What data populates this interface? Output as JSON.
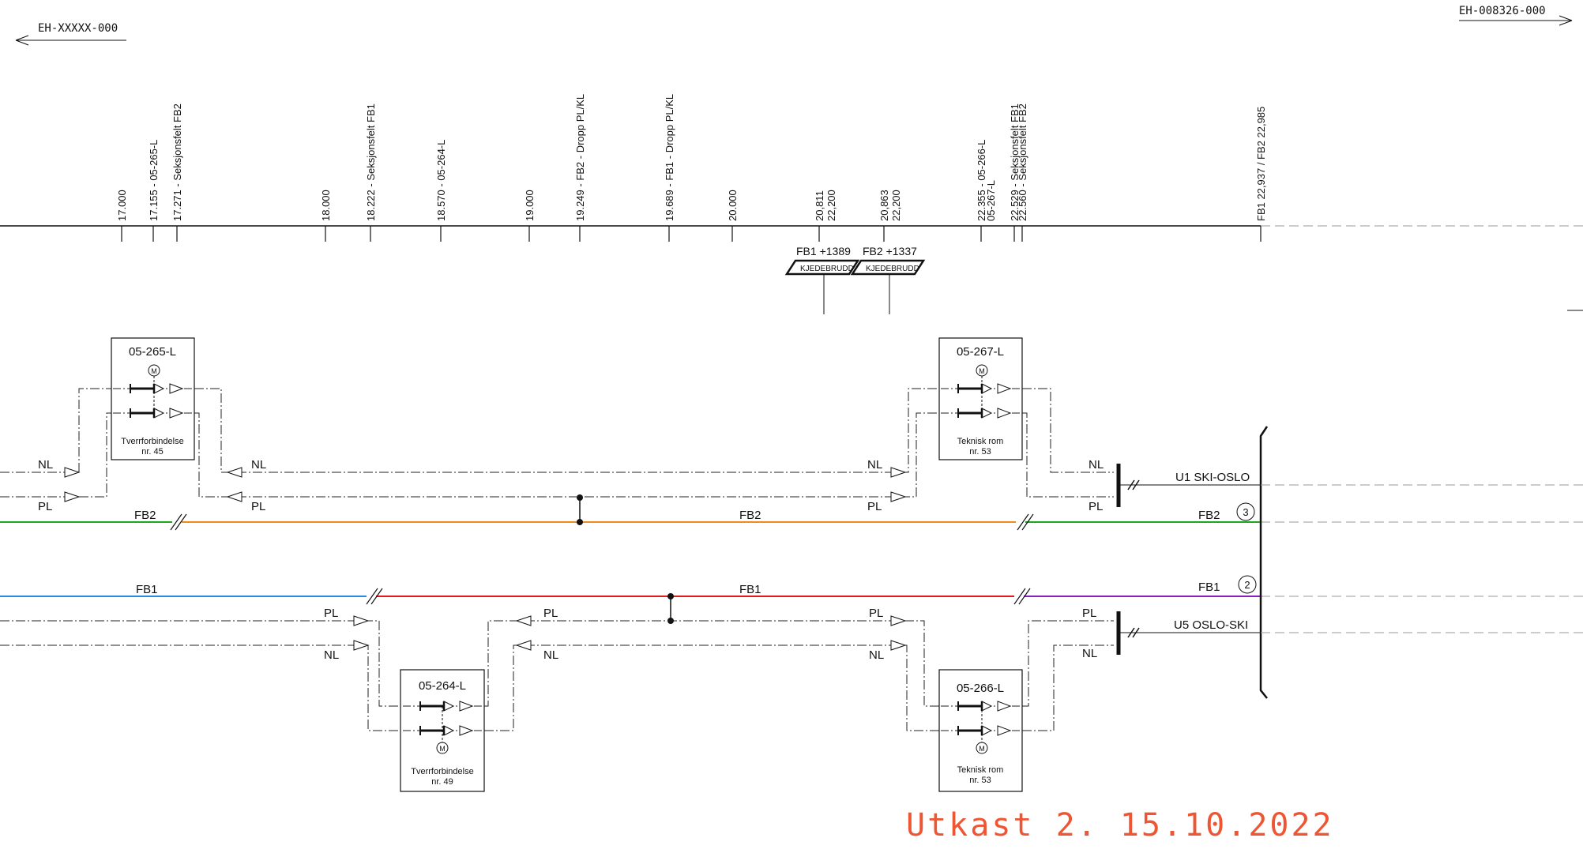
{
  "refs": {
    "left": "EH-XXXXX-000",
    "right": "EH-008326-000"
  },
  "km_markers": [
    "17.000",
    "17.155 - 05-265-L",
    "17.271 - Seksjonsfelt FB2",
    "18.000",
    "18.222 - Seksjonsfelt FB1",
    "18.570 - 05-264-L",
    "19.000",
    "19.249 - FB2 - Dropp PL/KL",
    "19.689 - FB1 - Dropp PL/KL",
    "20.000",
    "20,811",
    "22,200",
    "20,863",
    "22,200",
    "22.355 - 05-266-L",
    "05-267-L",
    "22.529 - Seksjonsfelt FB1",
    "22.560 - Seksjonsfelt FB2",
    "FB1 22,937 / FB2 22,985"
  ],
  "breaks": [
    {
      "label": "FB1 +1389",
      "tag": "KJEDEBRUDD"
    },
    {
      "label": "FB2 +1337",
      "tag": "KJEDEBRUDD"
    }
  ],
  "switches": [
    {
      "id": "05-265-L",
      "location": "Tverrforbindelse",
      "number": "nr. 45",
      "motor": "M"
    },
    {
      "id": "05-267-L",
      "location": "Teknisk rom",
      "number": "nr. 53",
      "motor": "M"
    },
    {
      "id": "05-264-L",
      "location": "Tverrforbindelse",
      "number": "nr. 49",
      "motor": "M"
    },
    {
      "id": "05-266-L",
      "location": "Teknisk rom",
      "number": "nr. 53",
      "motor": "M"
    }
  ],
  "line_labels": {
    "nl": "NL",
    "pl": "PL"
  },
  "feeders": {
    "fb2": "FB2",
    "fb1": "FB1",
    "fb2_circle": "3",
    "fb1_circle": "2"
  },
  "tracks": {
    "u1": "U1 SKI-OSLO",
    "u5": "U5 OSLO-SKI"
  },
  "colors": {
    "fb2_outer": "#1fa51f",
    "fb2_mid": "#f08a1c",
    "fb1_left": "#2b8be0",
    "fb1_mid": "#e01a1a",
    "fb1_right": "#8a1fc0",
    "stamp": "#ee5533"
  },
  "stamp": "Utkast 2. 15.10.2022"
}
